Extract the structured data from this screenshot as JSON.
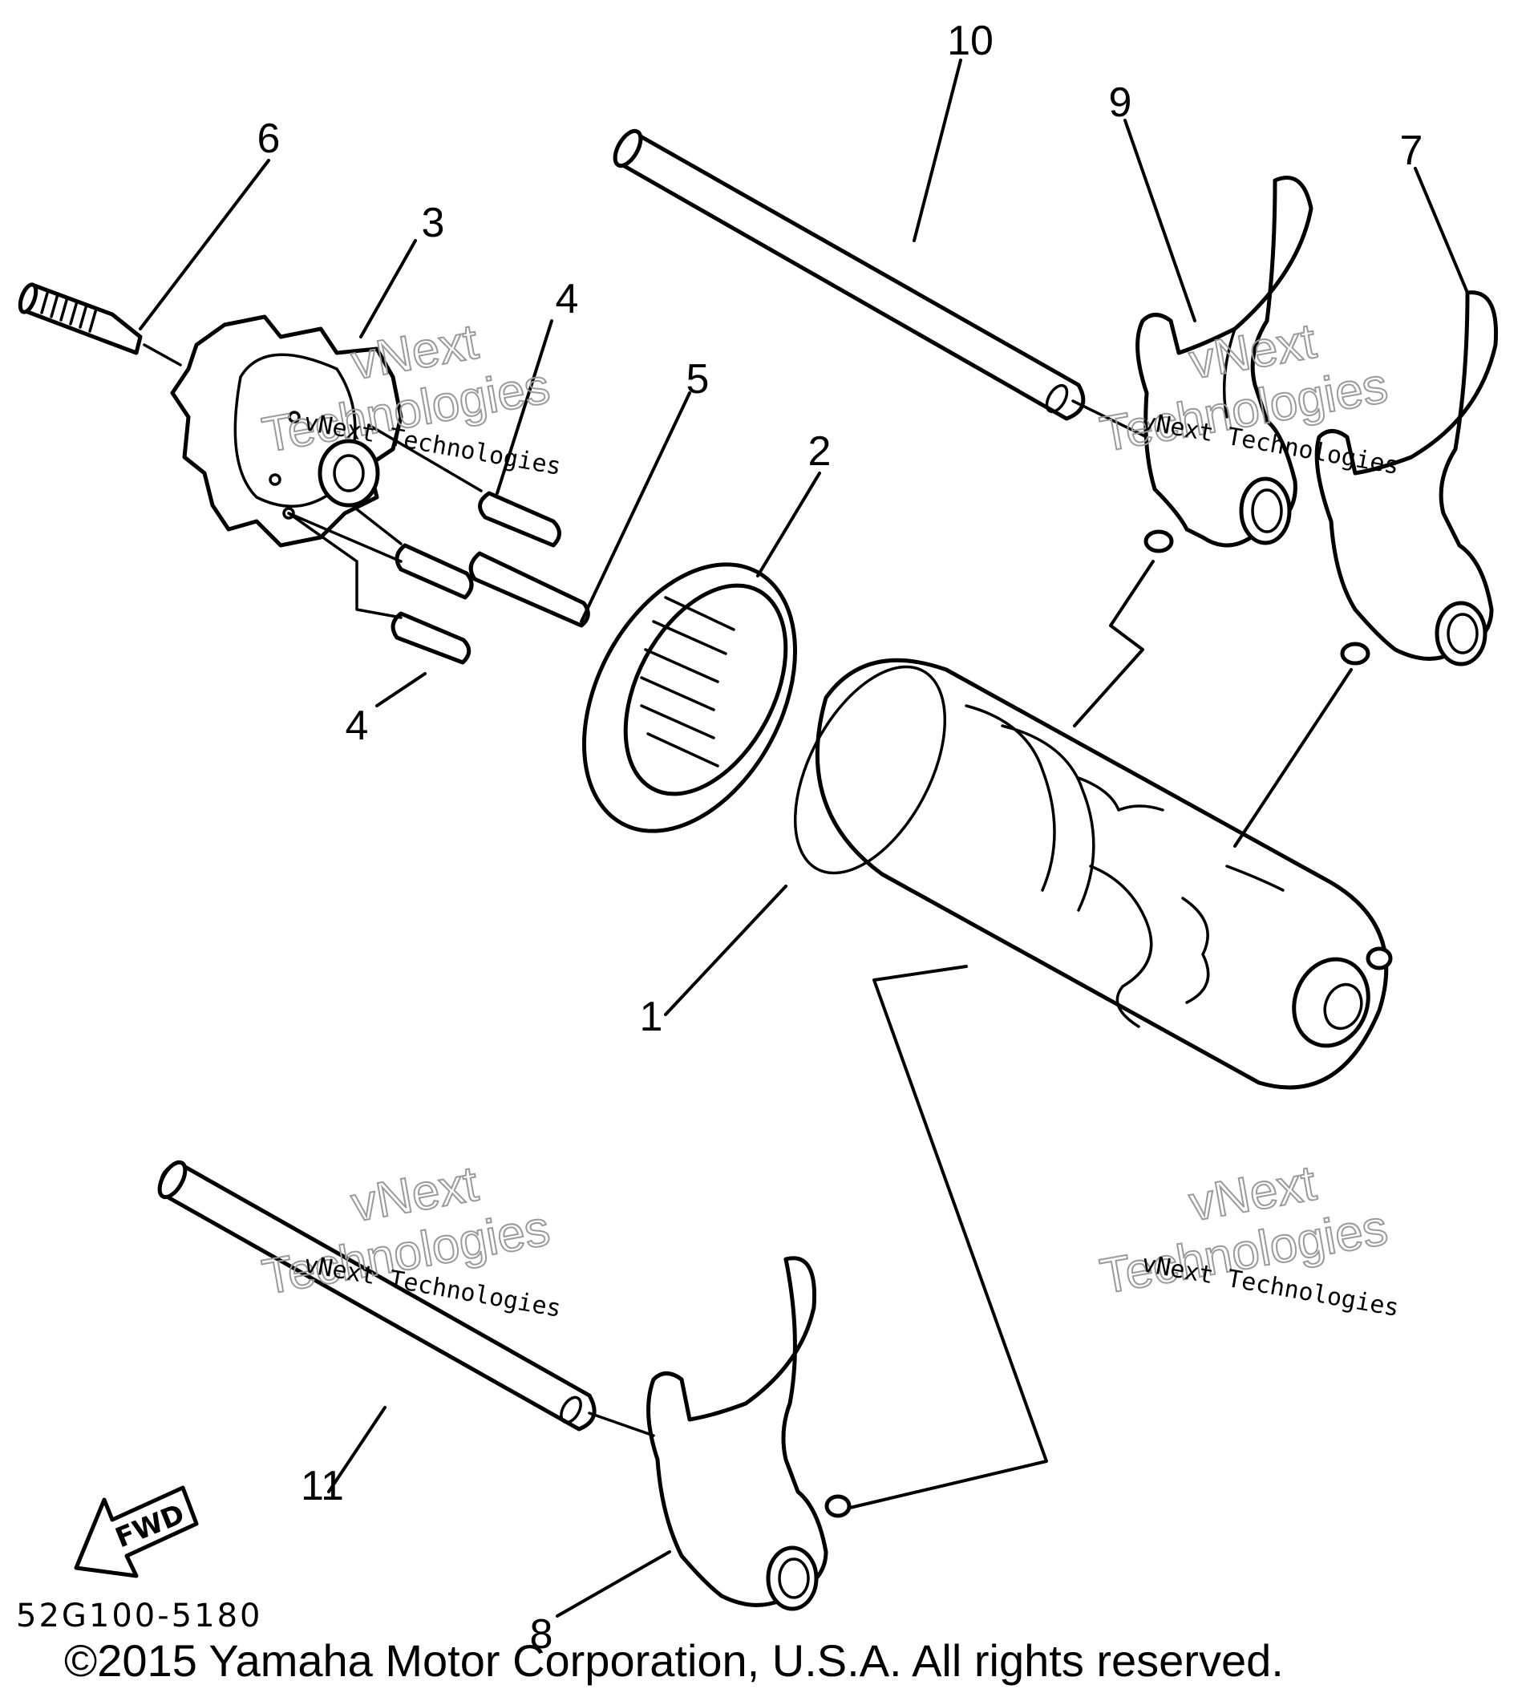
{
  "callouts": [
    "1",
    "2",
    "3",
    "4",
    "4",
    "5",
    "6",
    "7",
    "8",
    "9",
    "10",
    "11"
  ],
  "watermark": {
    "line1": "vNext Technologies",
    "line2a": "vNext",
    "line2b": "Technologies"
  },
  "direction_label": "FWD",
  "diagram_code": "52G100-5180",
  "copyright": "©2015 Yamaha Motor Corporation, U.S.A. All rights reserved."
}
